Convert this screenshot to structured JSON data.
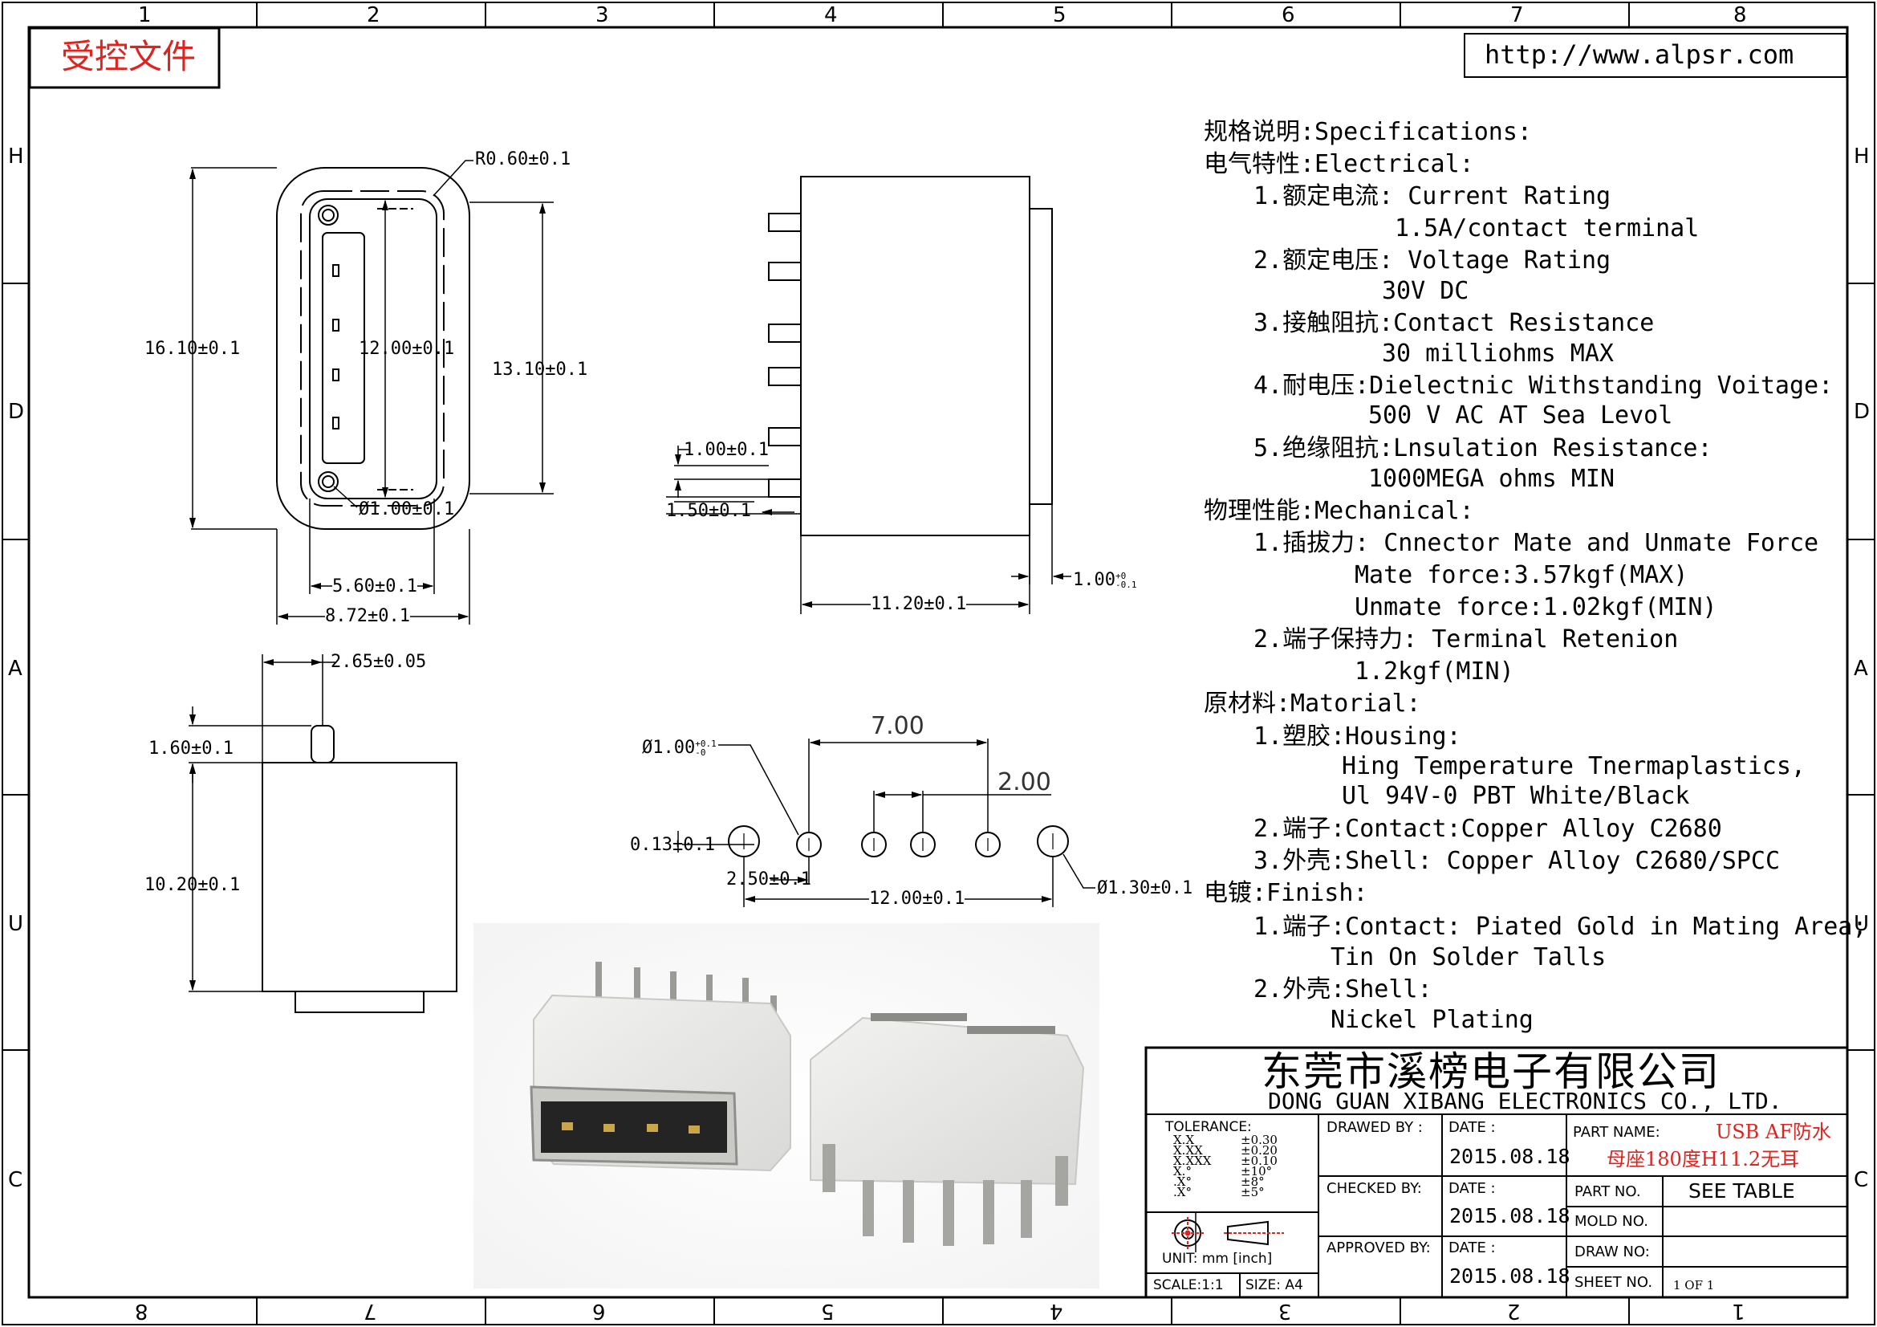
{
  "zones": {
    "top_cols": [
      "1",
      "2",
      "3",
      "4",
      "5",
      "6",
      "7",
      "8"
    ],
    "bottom_cols": [
      "8",
      "7",
      "6",
      "5",
      "4",
      "3",
      "2",
      "1"
    ],
    "rows": [
      "H",
      "D",
      "A",
      "U",
      "C"
    ]
  },
  "stamp": "受控文件",
  "url": "http://www.alpsr.com",
  "dims": {
    "r060": "R0.60±0.1",
    "h1610": "16.10±0.1",
    "h1200": "12.00±0.1",
    "h1310": "13.10±0.1",
    "d100": "Ø1.00±0.1",
    "w560": "5.60±0.1",
    "w872": "8.72±0.1",
    "p100": "1.00±0.1",
    "p150": "1.50±0.1",
    "w1120": "11.20±0.1",
    "t100": "1.00",
    "t100_sup": "+0",
    "t100_sub": "-0.1",
    "s265": "2.65±0.05",
    "s160": "1.60±0.1",
    "s1020": "10.20±0.1",
    "hole_d": "Ø1.00",
    "hole_sup": "+0.1",
    "hole_sub": "-0",
    "hp700": "7.00",
    "hp200": "2.00",
    "hp013": "0.13±0.1",
    "hp250": "2.50±0.1",
    "hp1200": "12.00±0.1",
    "hp130": "Ø1.30±0.1"
  },
  "specs": [
    "规格说明:Specifications:",
    "电气特性:Electrical:",
    "1.额定电流: Current Rating",
    "1.5A/contact terminal",
    "2.额定电压: Voltage Rating",
    "30V DC",
    "3.接触阻抗:Contact Resistance",
    "30 milliohms MAX",
    "4.耐电压:Dielectnic Withstanding Voitage:",
    "500 V AC AT Sea Levol",
    "5.绝缘阻抗:Lnsulation Resistance:",
    "1000MEGA ohms MIN",
    "物理性能:Mechanical:",
    "1.插拔力: Cnnector Mate and Unmate Force",
    "Mate force:3.57kgf(MAX)",
    "Unmate force:1.02kgf(MIN)",
    "2.端子保持力: Terminal Retenion",
    "1.2kgf(MIN)",
    "原材料:Matorial:",
    "1.塑胶:Housing:",
    "Hing Temperature  Tnermaplastics,",
    "Ul 94V-0  PBT White/Black",
    "2.端子:Contact:Copper Alloy C2680",
    "3.外壳:Shell: Copper Alloy C2680/SPCC",
    "电镀:Finish:",
    "1.端子:Contact: Piated Gold in Mating Area;",
    "Tin On Solder Talls",
    "2.外壳:Shell:",
    "Nickel Plating"
  ],
  "title_block": {
    "company_cn": "东莞市溪榜电子有限公司",
    "company_en": "DONG GUAN XIBANG ELECTRONICS CO., LTD.",
    "tolerance_label": "TOLERANCE:",
    "tol_keys": [
      "X.X",
      "X.XX",
      "X.XXX",
      "X.°",
      ".X°",
      ".X°"
    ],
    "tol_vals": [
      "±0.30",
      "±0.20",
      "±0.10",
      "±10°",
      "±8°",
      "±5°"
    ],
    "unit_label": "UNIT: mm [inch]",
    "scale": "SCALE:1:1",
    "size": "SIZE: A4",
    "drawn_by": "DRAWED BY :",
    "checked_by": "CHECKED BY:",
    "approved_by": "APPROVED BY:",
    "date_label": "DATE :",
    "date1": "2015.08.18",
    "date2": "2015.08.18",
    "date3": "2015.08.18",
    "part_name_label": "PART NAME:",
    "part_name_1": "USB AF防水",
    "part_name_2": "母座180度H11.2无耳",
    "part_no_label": "PART NO.",
    "part_no": "SEE TABLE",
    "mold_no_label": "MOLD NO.",
    "draw_no_label": "DRAW NO:",
    "sheet_no_label": "SHEET NO.",
    "sheet_no": "1 OF 1"
  }
}
